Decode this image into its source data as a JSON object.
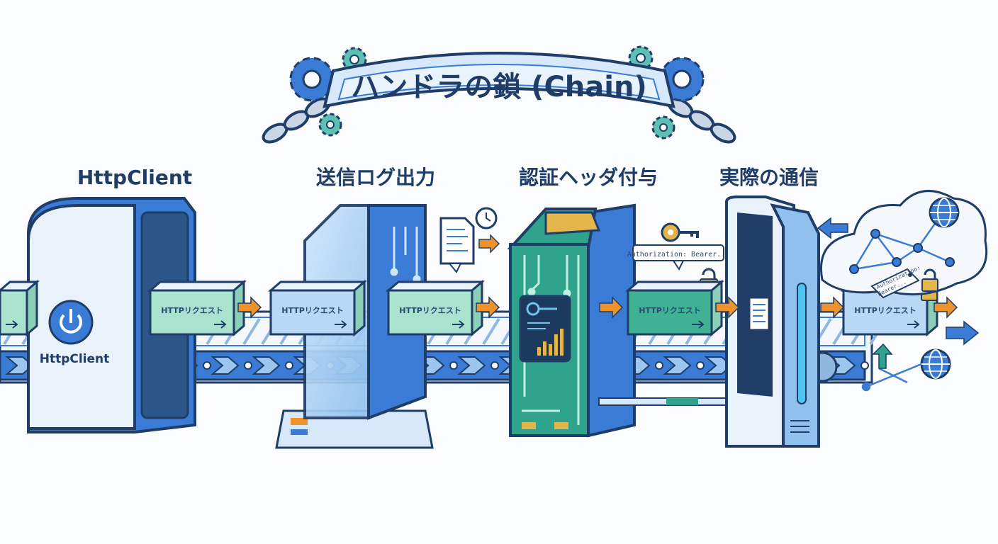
{
  "title": "ハンドラの鎖 (Chain)",
  "stages": [
    {
      "label": "HttpClient"
    },
    {
      "label": "送信ログ出力"
    },
    {
      "label": "認証ヘッダ付与"
    },
    {
      "label": "実際の通信"
    }
  ],
  "client_device_label": "HttpClient",
  "packet_label": "HTTPリクエスト",
  "auth_bubble_text": "Authorization: Bearer...",
  "auth_tag_line1": "Authorization:",
  "auth_tag_line2": "Bearer...",
  "colors": {
    "navy": "#1f3d66",
    "blue": "#3a7bd5",
    "light_blue": "#d6e8fa",
    "teal": "#2fa38c",
    "orange": "#f0922b",
    "gold": "#e3b54a"
  }
}
